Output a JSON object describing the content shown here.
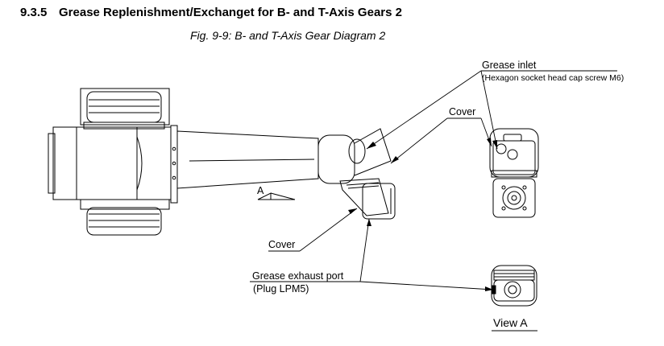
{
  "header": {
    "section_number": "9.3.5",
    "section_title": "Grease Replenishment/Exchanget for B- and T-Axis Gears 2"
  },
  "figure": {
    "caption": "Fig. 9-9: B- and T-Axis Gear Diagram 2",
    "labels": {
      "grease_inlet": "Grease inlet",
      "grease_inlet_detail": "(Hexagon socket head cap screw M6)",
      "cover_top": "Cover",
      "view_marker": "A",
      "cover_bottom": "Cover",
      "grease_exhaust": "Grease exhaust port",
      "grease_exhaust_detail": "(Plug LPM5)",
      "view_a": "View A"
    }
  }
}
